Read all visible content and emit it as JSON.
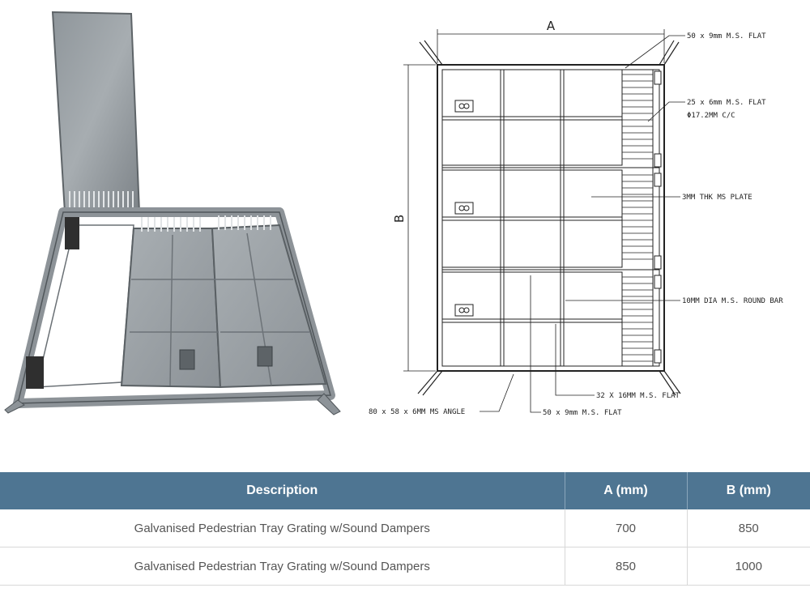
{
  "drawing": {
    "dim_a": "A",
    "dim_b": "B",
    "callouts": {
      "flat_top": "50 x 9mm M.S. FLAT",
      "flat_25": "25 x 6mm M.S. FLAT",
      "spacing": "Φ17.2MM C/C",
      "plate": "3MM THK MS PLATE",
      "round_bar": "10MM DIA M.S. ROUND BAR",
      "flat_32": "32 X 16MM M.S. FLAT",
      "angle": "80 x 58 x 6MM MS ANGLE",
      "flat_bottom": "50 x 9mm M.S. FLAT"
    }
  },
  "table": {
    "headers": [
      "Description",
      "A (mm)",
      "B (mm)"
    ],
    "rows": [
      [
        "Galvanised Pedestrian Tray Grating w/Sound Dampers",
        "700",
        "850"
      ],
      [
        "Galvanised Pedestrian Tray Grating w/Sound Dampers",
        "850",
        "1000"
      ]
    ]
  },
  "colors": {
    "header_bg": "#4e7592",
    "header_text": "#ffffff",
    "metal_light": "#b9bec2",
    "metal_dark": "#7e8489"
  }
}
